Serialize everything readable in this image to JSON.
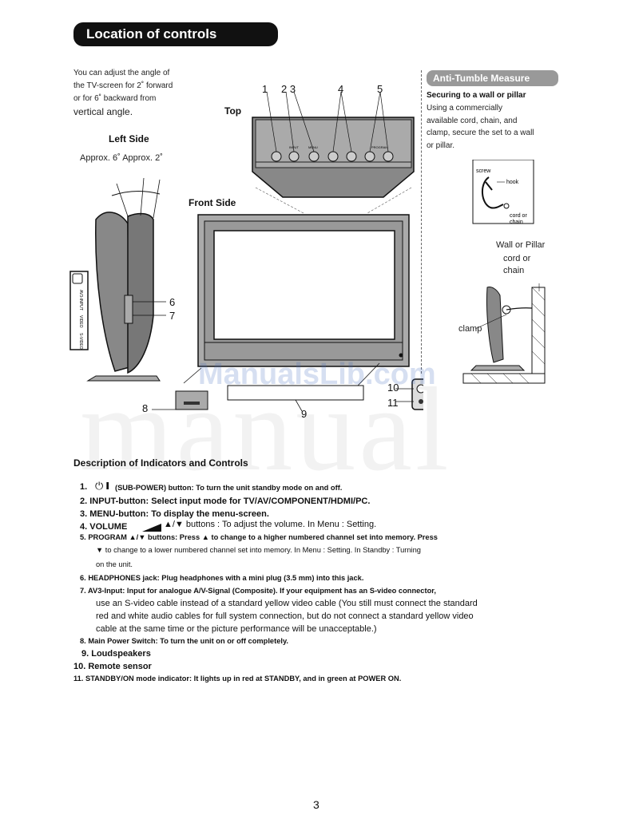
{
  "header": {
    "title": "Location of controls"
  },
  "intro": {
    "line1": "You can adjust the angle of",
    "line2": "the TV-screen for 2˚ forward",
    "line3": "or for 6˚ backward from",
    "line4": "vertical angle."
  },
  "labels": {
    "top": "Top",
    "left_side": "Left Side",
    "approx": "Approx. 6˚ Approx. 2˚",
    "front_side": "Front Side",
    "n1": "1",
    "n23": "2 3",
    "n4": "4",
    "n5": "5",
    "n6": "6",
    "n7": "7",
    "n8": "8",
    "n9": "9",
    "n10": "10",
    "n11": "11"
  },
  "top_panel": {
    "input": "INPUT",
    "menu": "MENU",
    "program": "PROGRAM"
  },
  "side_panel": {
    "av3": "AV3-INPUT",
    "video": "VIDEO",
    "svideo": "S-VIDEO"
  },
  "anti_tumble": {
    "title": "Anti-Tumble Measure",
    "subtitle": "Securing to a wall or pillar",
    "line1": "Using a commercially",
    "line2": "available cord, chain, and",
    "line3": "clamp, secure the set to a wall",
    "line4": "or pillar.",
    "screw": "screw",
    "hook": "hook",
    "cord_or": "cord or",
    "chain": "chain",
    "wall_or_pillar": "Wall or Pillar",
    "clamp": "clamp"
  },
  "watermark": {
    "site": "ManualsLib.com",
    "brand": "manual"
  },
  "descriptions": {
    "title": "Description of Indicators and Controls",
    "i1_num": "1.",
    "i1_text": "(SUB-POWER) button: To turn the unit standby mode on and off.",
    "i2": "2. INPUT-button: Select input mode for TV/AV/COMPONENT/HDMI/PC.",
    "i3": "3. MENU-button: To display the menu-screen.",
    "i4_a": "4. VOLUME",
    "i4_b": "▲/▼ buttons : To adjust the volume. In Menu : Setting.",
    "i5_a": "5. PROGRAM ▲/▼ buttons: Press ▲ to change to a higher numbered channel set into memory. Press",
    "i5_b": "▼ to change to a lower numbered channel set into memory. In Menu : Setting. In Standby : Turning",
    "i5_c": "on the unit.",
    "i6": "6. HEADPHONES jack: Plug headphones with a mini plug (3.5 mm) into this jack.",
    "i7_a": "7. AV3-Input: Input for analogue A/V-Signal (Composite). If your equipment has an S-video connector,",
    "i7_b": "use an S-video cable instead of a standard yellow video cable (You still must connect the standard",
    "i7_c": "red and white audio cables for full system connection, but do not connect a standard yellow video",
    "i7_d": "cable at the same time or the picture performance will be unacceptable.)",
    "i8": "8. Main Power Switch: To turn the unit on or off completely.",
    "i9": "9. Loudspeakers",
    "i10": "10. Remote sensor",
    "i11": "11. STANDBY/ON mode indicator: It lights up in red at STANDBY, and in green at POWER ON."
  },
  "page_number": "3"
}
